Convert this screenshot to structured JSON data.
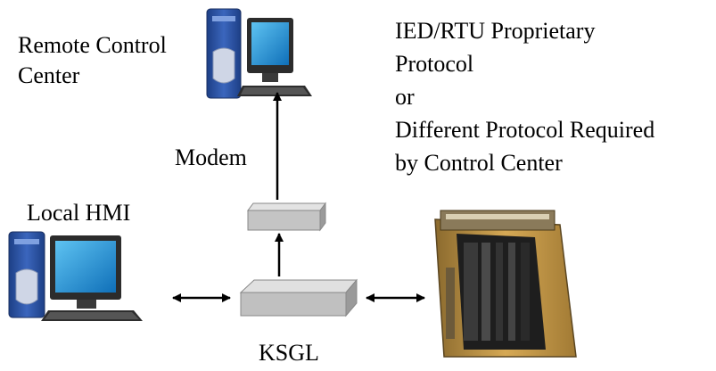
{
  "labels": {
    "remote_line1": "Remote Control",
    "remote_line2": "Center",
    "local_hmi": "Local HMI",
    "modem": "Modem",
    "ksgl": "KSGL",
    "protocol_lines": [
      "IED/RTU Proprietary",
      "Protocol",
      "or",
      "Different Protocol Required",
      "by Control Center"
    ]
  },
  "icons": {
    "remote_computer": "desktop-computer-icon",
    "local_computer": "desktop-computer-icon",
    "modem_box": "modem-box",
    "ksgl_box": "ksgl-box",
    "ied_rack": "ied-rtu-rack"
  },
  "colors": {
    "tower_blue": "#2e55a4",
    "monitor_screen": "#1f8fd8",
    "box_gray": "#bdbdbd",
    "rack_brass": "#c89a45"
  }
}
